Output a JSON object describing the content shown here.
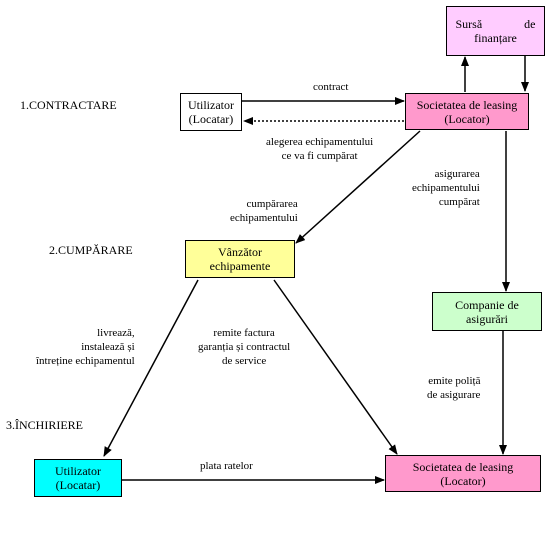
{
  "phases": {
    "contractare": "1.CONTRACTARE",
    "cumparare": "2.CUMPĂRARE",
    "inchiriere": "3.ÎNCHIRIERE"
  },
  "boxes": {
    "sursa_finantare": {
      "line1": "Sursă de",
      "line2": "finanțare",
      "fill": "#ffccff"
    },
    "utilizator_1": {
      "line1": "Utilizator",
      "line2": "(Locatar)",
      "fill": "#ffffff"
    },
    "societate_1": {
      "line1": "Societatea de leasing",
      "line2": "(Locator)",
      "fill": "#ff99cc"
    },
    "vanzator": {
      "line1": "Vânzător",
      "line2": "echipamente",
      "fill": "#ffff99"
    },
    "companie_asigurari": {
      "line1": "Companie de",
      "line2": "asigurări",
      "fill": "#ccffcc"
    },
    "utilizator_3": {
      "line1": "Utilizator",
      "line2": "(Locatar)",
      "fill": "#00ffff"
    },
    "societate_3": {
      "line1": "Societatea de leasing",
      "line2": "(Locator)",
      "fill": "#ff99cc"
    }
  },
  "labels": {
    "contract": "contract",
    "alegerea": {
      "line1": "alegerea echipamentului",
      "line2": "ce va fi cumpărat"
    },
    "cumpararea": {
      "line1": "cumpărarea",
      "line2": "echipamentului"
    },
    "asigurarea": {
      "line1": "asigurarea",
      "line2": "echipamentului",
      "line3": "cumpărat"
    },
    "livreaza": {
      "line1": "livrează,",
      "line2": "instalează și",
      "line3": "întreține echipamentul"
    },
    "remite": {
      "line1": "remite factura",
      "line2": "garanția și contractul",
      "line3": "de service"
    },
    "emite": {
      "line1": "emite poliță",
      "line2": "de asigurare"
    },
    "plata": "plata ratelor"
  }
}
